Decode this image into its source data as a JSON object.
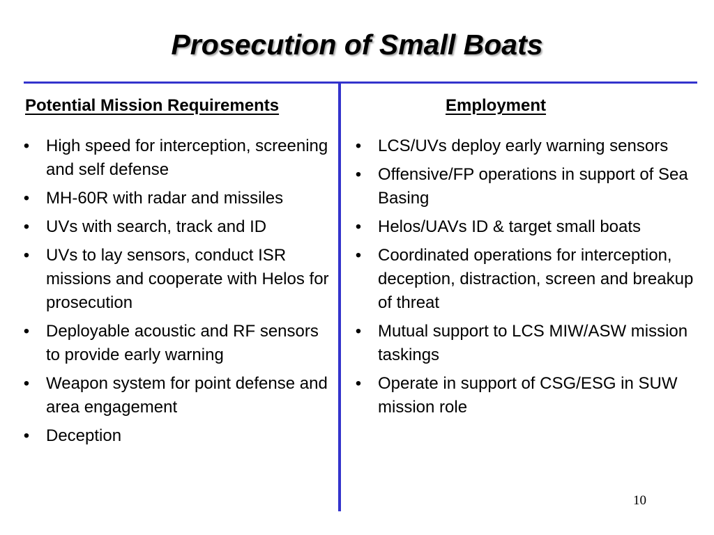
{
  "slide": {
    "title": "Prosecution of Small Boats",
    "page_number": "10"
  },
  "left_column": {
    "heading": "Potential Mission Requirements",
    "items": [
      "High speed for interception, screening and self defense",
      "MH-60R with radar and missiles",
      "UVs with search, track and ID",
      "UVs to lay sensors, conduct ISR missions and cooperate with Helos for prosecution",
      "Deployable acoustic and RF sensors to provide early warning",
      "Weapon system for point defense and area engagement",
      "Deception"
    ]
  },
  "right_column": {
    "heading": "Employment",
    "items": [
      "LCS/UVs deploy early warning sensors",
      "Offensive/FP operations in support of Sea Basing",
      "Helos/UAVs ID & target small boats",
      "Coordinated operations for interception, deception, distraction, screen and breakup of threat",
      "Mutual support to LCS MIW/ASW mission taskings",
      "Operate in support of CSG/ESG in SUW mission role"
    ]
  },
  "colors": {
    "divider": "#3333cc",
    "text": "#000000",
    "background": "#ffffff"
  }
}
